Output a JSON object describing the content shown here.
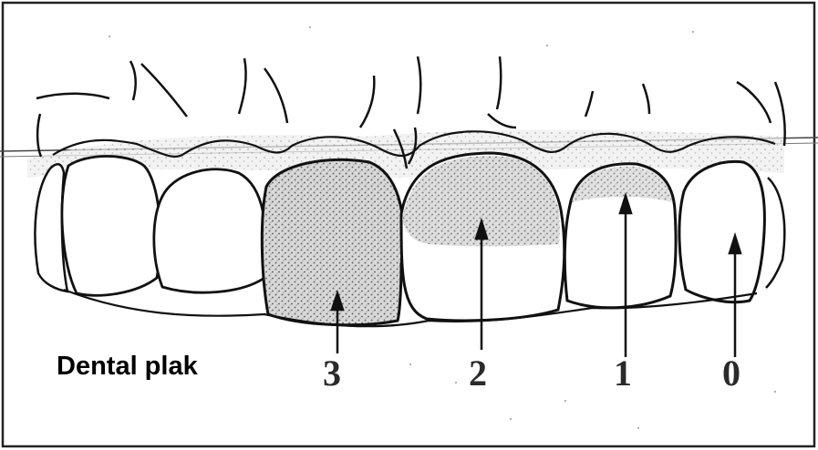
{
  "caption": "Dental plak",
  "scores": [
    "3",
    "2",
    "1",
    "0"
  ],
  "colors": {
    "ink": "#111111",
    "plaque": "#8a8a8a",
    "paper": "#ffffff"
  }
}
